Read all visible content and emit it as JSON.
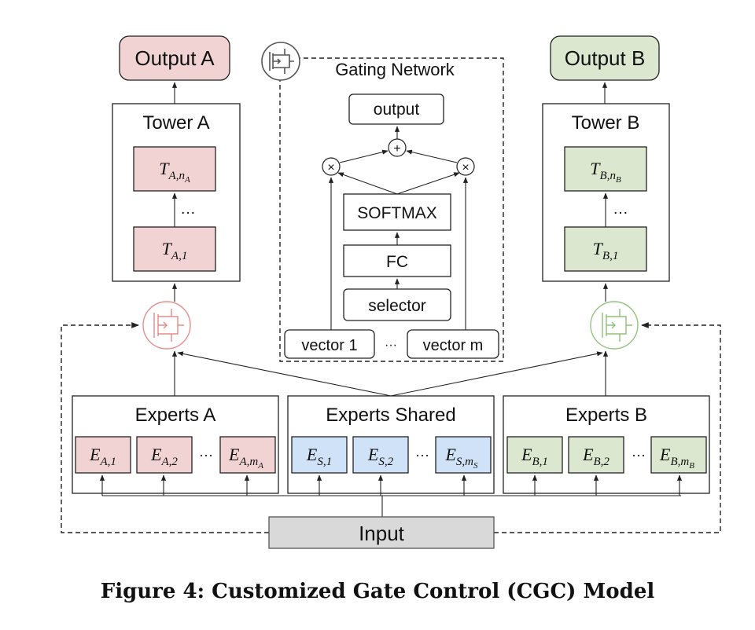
{
  "colors": {
    "tower_a": "#f2d3d3",
    "tower_b": "#dbe8cf",
    "shared": "#cfe2f7",
    "input": "#d9d9d9",
    "gate_a": "#e68a8a",
    "gate_b": "#8fc07a",
    "gate_main": "#555555"
  },
  "output_a": "Output A",
  "output_b": "Output B",
  "tower_a": {
    "title": "Tower A",
    "top_base": "T",
    "top_sub": "A,n",
    "top_subsub": "A",
    "ellipsis": "…",
    "bottom_base": "T",
    "bottom_sub": "A,1"
  },
  "tower_b": {
    "title": "Tower B",
    "top_base": "T",
    "top_sub": "B,n",
    "top_subsub": "B",
    "ellipsis": "…",
    "bottom_base": "T",
    "bottom_sub": "B,1"
  },
  "gating": {
    "title": "Gating Network",
    "output": "output",
    "plus": "+",
    "times": "×",
    "softmax": "SOFTMAX",
    "fc": "FC",
    "selector": "selector",
    "vector_1": "vector 1",
    "ellipsis": "···",
    "vector_m": "vector m"
  },
  "experts_a": {
    "title": "Experts A",
    "e1": [
      "E",
      "A,1"
    ],
    "e2": [
      "E",
      "A,2"
    ],
    "ellipsis": "···",
    "em": [
      "E",
      "A,m",
      "A"
    ]
  },
  "experts_shared": {
    "title": "Experts Shared",
    "e1": [
      "E",
      "S,1"
    ],
    "e2": [
      "E",
      "S,2"
    ],
    "ellipsis": "···",
    "em": [
      "E",
      "S,m",
      "S"
    ]
  },
  "experts_b": {
    "title": "Experts B",
    "e1": [
      "E",
      "B,1"
    ],
    "e2": [
      "E",
      "B,2"
    ],
    "ellipsis": "···",
    "em": [
      "E",
      "B,m",
      "B"
    ]
  },
  "input": "Input",
  "caption": "Figure 4: Customized Gate Control (CGC) Model"
}
